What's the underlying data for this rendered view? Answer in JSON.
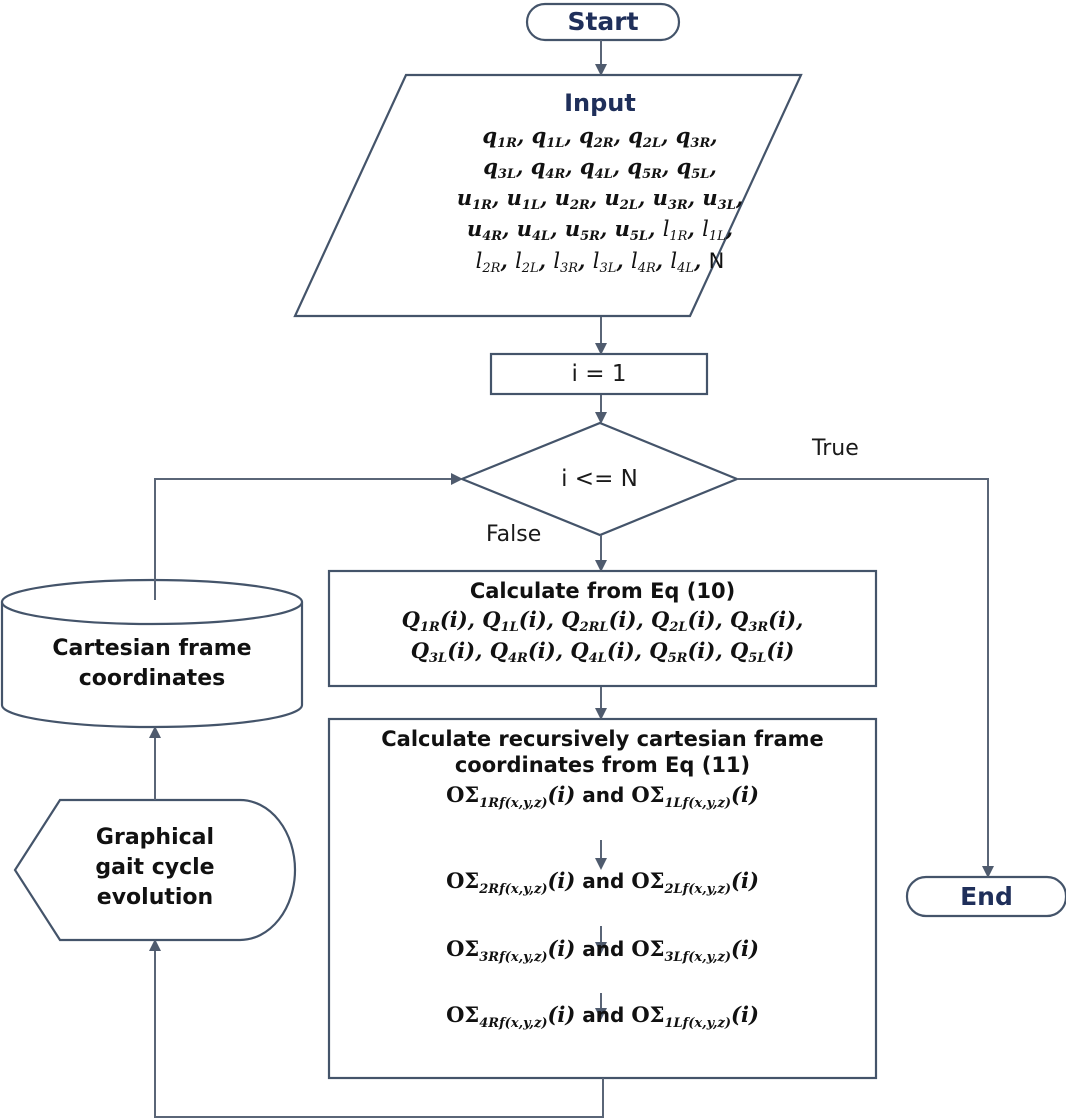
{
  "start": {
    "label": "Start"
  },
  "end": {
    "label": "End"
  },
  "input": {
    "title": "Input",
    "rows": [
      [
        {
          "b": "q",
          "s": "1R"
        },
        {
          "b": "q",
          "s": "1L"
        },
        {
          "b": "q",
          "s": "2R"
        },
        {
          "b": "q",
          "s": "2L"
        },
        {
          "b": "q",
          "s": "3R"
        }
      ],
      [
        {
          "b": "q",
          "s": "3L"
        },
        {
          "b": "q",
          "s": "4R"
        },
        {
          "b": "q",
          "s": "4L"
        },
        {
          "b": "q",
          "s": "5R"
        },
        {
          "b": "q",
          "s": "5L"
        }
      ],
      [
        {
          "b": "u",
          "s": "1R"
        },
        {
          "b": "u",
          "s": "1L"
        },
        {
          "b": "u",
          "s": "2R"
        },
        {
          "b": "u",
          "s": "2L"
        },
        {
          "b": "u",
          "s": "3R"
        },
        {
          "b": "u",
          "s": "3L"
        }
      ],
      [
        {
          "b": "u",
          "s": "4R"
        },
        {
          "b": "u",
          "s": "4L"
        },
        {
          "b": "u",
          "s": "5R"
        },
        {
          "b": "u",
          "s": "5L"
        },
        {
          "b": "l",
          "s": "1R",
          "light": true
        },
        {
          "b": "l",
          "s": "1L",
          "light": true
        }
      ],
      [
        {
          "b": "l",
          "s": "2R",
          "light": true
        },
        {
          "b": "l",
          "s": "2L",
          "light": true
        },
        {
          "b": "l",
          "s": "3R",
          "light": true
        },
        {
          "b": "l",
          "s": "3L",
          "light": true
        },
        {
          "b": "l",
          "s": "4R",
          "light": true
        },
        {
          "b": "l",
          "s": "4L",
          "light": true
        },
        {
          "plain": "N"
        }
      ]
    ]
  },
  "init": {
    "label": "i = 1"
  },
  "decision": {
    "label": "i <= N",
    "true_label": "True",
    "false_label": "False"
  },
  "calc10": {
    "title": "Calculate from Eq (10)",
    "rows": [
      [
        {
          "b": "Q",
          "s": "1R"
        },
        {
          "b": "Q",
          "s": "1L"
        },
        {
          "b": "Q",
          "s": "2RL"
        },
        {
          "b": "Q",
          "s": "2L"
        },
        {
          "b": "Q",
          "s": "3R"
        }
      ],
      [
        {
          "b": "Q",
          "s": "3L"
        },
        {
          "b": "Q",
          "s": "4R"
        },
        {
          "b": "Q",
          "s": "4L"
        },
        {
          "b": "Q",
          "s": "5R"
        },
        {
          "b": "Q",
          "s": "5L"
        }
      ]
    ],
    "arg": "(i)"
  },
  "calc11": {
    "title_line1": "Calculate recursively cartesian frame",
    "title_line2": "coordinates from Eq (11)",
    "prefix": "OΣ",
    "arg": "(i)",
    "conj": "and",
    "steps": [
      {
        "left": "1Rf(x,y,z)",
        "right": "1Lf(x,y,z)"
      },
      {
        "left": "2Rf(x,y,z)",
        "right": "2Lf(x,y,z)"
      },
      {
        "left": "3Rf(x,y,z)",
        "right": "3Lf(x,y,z)"
      },
      {
        "left": "4Rf(x,y,z)",
        "right": "1Lf(x,y,z)"
      }
    ]
  },
  "storage": {
    "line1": "Cartesian frame",
    "line2": "coordinates"
  },
  "display": {
    "line1": "Graphical",
    "line2": "gait cycle",
    "line3": "evolution"
  },
  "colors": {
    "stroke": "#44546a",
    "connector": "#5a6577",
    "terminal_text": "#1f2f5a"
  }
}
